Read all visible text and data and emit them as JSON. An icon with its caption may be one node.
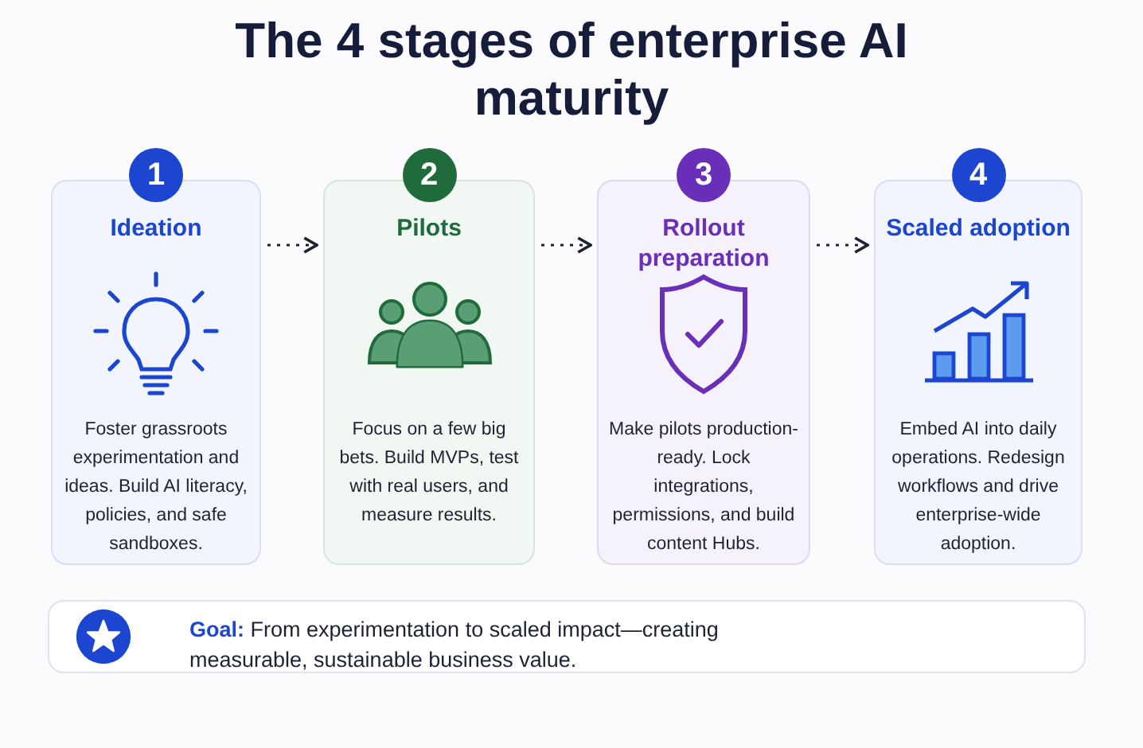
{
  "diagram": {
    "title": "The 4 stages of enterprise AI maturity",
    "nodes": [
      {
        "text": [
          "1",
          "Ideation",
          "Foster grassroots experimentation and ideas. Build AI literacy, policies, and safe sandboxes."
        ]
      },
      {
        "text": [
          "2",
          "Pilots",
          "Focus on a few big bets. Build MVPs, test with real users, and measure results."
        ]
      },
      {
        "text": [
          "3",
          "Rollout preparation",
          "Make pilots production-ready. Lock integrations, permissions, and build content Hubs."
        ]
      },
      {
        "text": [
          "4",
          "Scaled adoption",
          "Embed AI into daily operations. Redesign workflows and drive enterprise-wide adoption."
        ]
      },
      {
        "text": [
          "**Goal:** From experimentation to scaled impact—creating measurable, sustainable business value."
        ]
      }
    ],
    "edges": [
      {
        "from": 0,
        "to": 1,
        "arrow": "to",
        "style": "dashed"
      },
      {
        "from": 1,
        "to": 2,
        "arrow": "to",
        "style": "dashed"
      },
      {
        "from": 2,
        "to": 3,
        "arrow": "to",
        "style": "dashed"
      }
    ]
  }
}
